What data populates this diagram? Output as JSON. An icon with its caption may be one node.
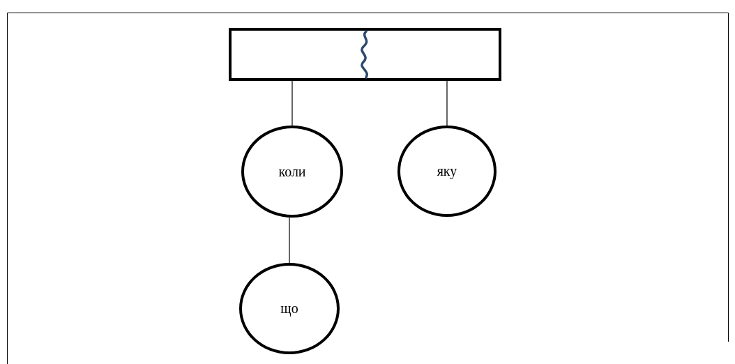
{
  "diagram": {
    "nodes": [
      {
        "text": [],
        "shape": "box"
      },
      {
        "text": [
          "коли"
        ]
      },
      {
        "text": [
          "яку"
        ]
      },
      {
        "text": [
          "що"
        ]
      }
    ],
    "edges": [
      {
        "from": 0,
        "to": 1,
        "arrow": "none"
      },
      {
        "from": 0,
        "to": 2,
        "arrow": "none"
      },
      {
        "from": 1,
        "to": 3,
        "arrow": "none"
      }
    ]
  }
}
